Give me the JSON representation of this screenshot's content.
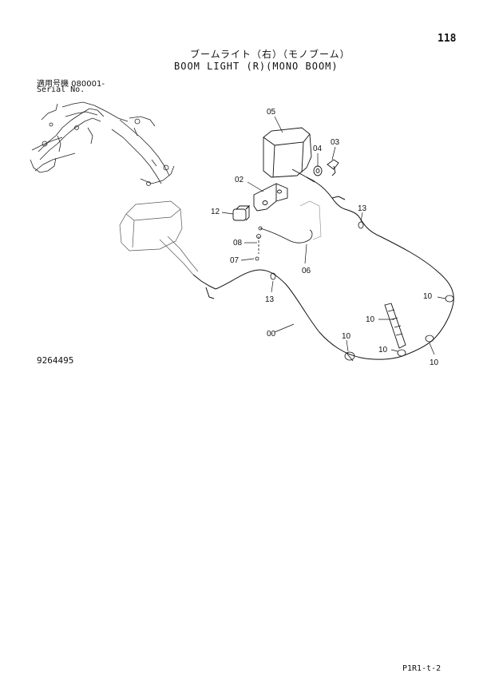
{
  "header": {
    "page_number": "118",
    "title_jp": "ブームライト（右）（モノブーム）",
    "title_en": "BOOM LIGHT (R)(MONO BOOM)",
    "serial_jp": "適用号機  080001-",
    "serial_en": "Serial No."
  },
  "callouts": {
    "c05": "05",
    "c04": "04",
    "c03": "03",
    "c02": "02",
    "c12": "12",
    "c13a": "13",
    "c08": "08",
    "c07": "07",
    "c06": "06",
    "c13b": "13",
    "c10a": "10",
    "c10b": "10",
    "c00": "00",
    "c10c": "10",
    "c10d": "10",
    "c10e": "10"
  },
  "footer": {
    "drawing_number": "9264495",
    "page_code": "P1R1-t-2"
  }
}
